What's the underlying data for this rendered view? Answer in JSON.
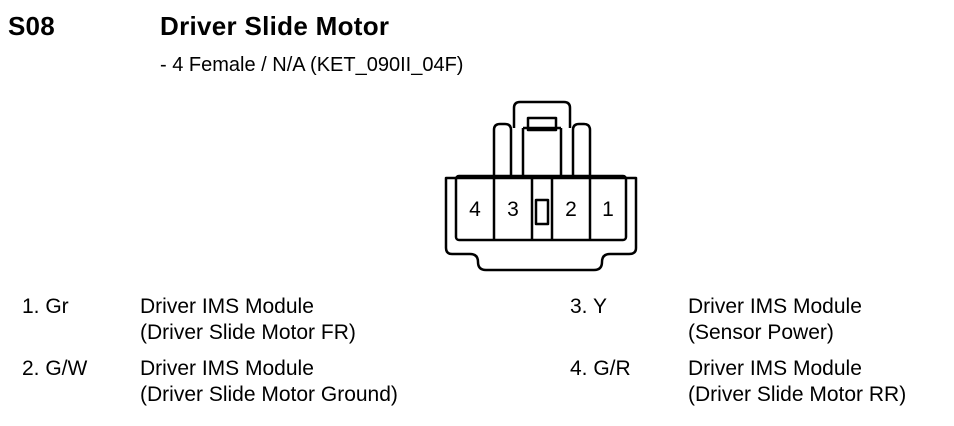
{
  "connector": {
    "id": "S08",
    "title": "Driver Slide Motor",
    "spec": "- 4 Female / N/A (KET_090II_04F)"
  },
  "pin_labels": [
    "4",
    "3",
    "2",
    "1"
  ],
  "pins": [
    {
      "number": "1. Gr",
      "line1": "Driver IMS Module",
      "line2": "(Driver Slide Motor FR)"
    },
    {
      "number": "2. G/W",
      "line1": "Driver IMS Module",
      "line2": "(Driver Slide Motor Ground)"
    },
    {
      "number": "3. Y",
      "line1": "Driver IMS Module",
      "line2": "(Sensor Power)"
    },
    {
      "number": "4. G/R",
      "line1": "Driver IMS Module",
      "line2": "(Driver Slide Motor RR)"
    }
  ]
}
